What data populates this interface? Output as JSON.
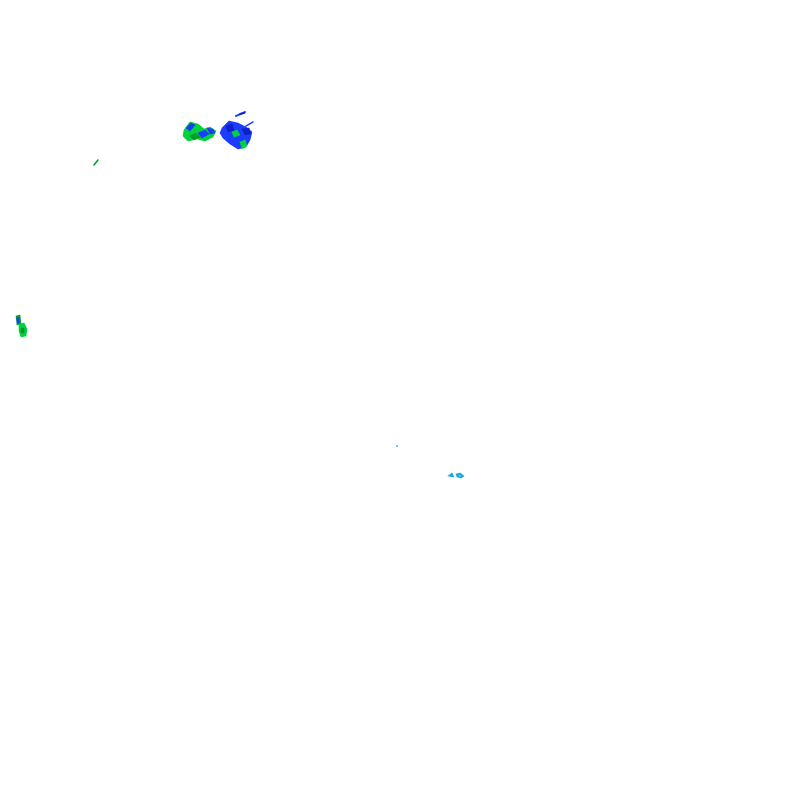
{
  "map": {
    "kind": "radar-reflectivity-overlay",
    "background_color": "#ffffff",
    "palette": {
      "green": "#00d23c",
      "dark_green": "#009a2a",
      "blue": "#1c3cff",
      "navy": "#1020c8",
      "cyan": "#1aa3d8",
      "light_cyan": "#46c4ef"
    },
    "echo_clusters": [
      {
        "name": "northern-echo-cluster-west",
        "dominant": "green"
      },
      {
        "name": "northern-echo-cluster-east",
        "dominant": "blue"
      },
      {
        "name": "small-echo-streak",
        "dominant": "green"
      },
      {
        "name": "western-edge-echo",
        "dominant": "green"
      },
      {
        "name": "central-light-echo",
        "dominant": "cyan"
      }
    ]
  }
}
